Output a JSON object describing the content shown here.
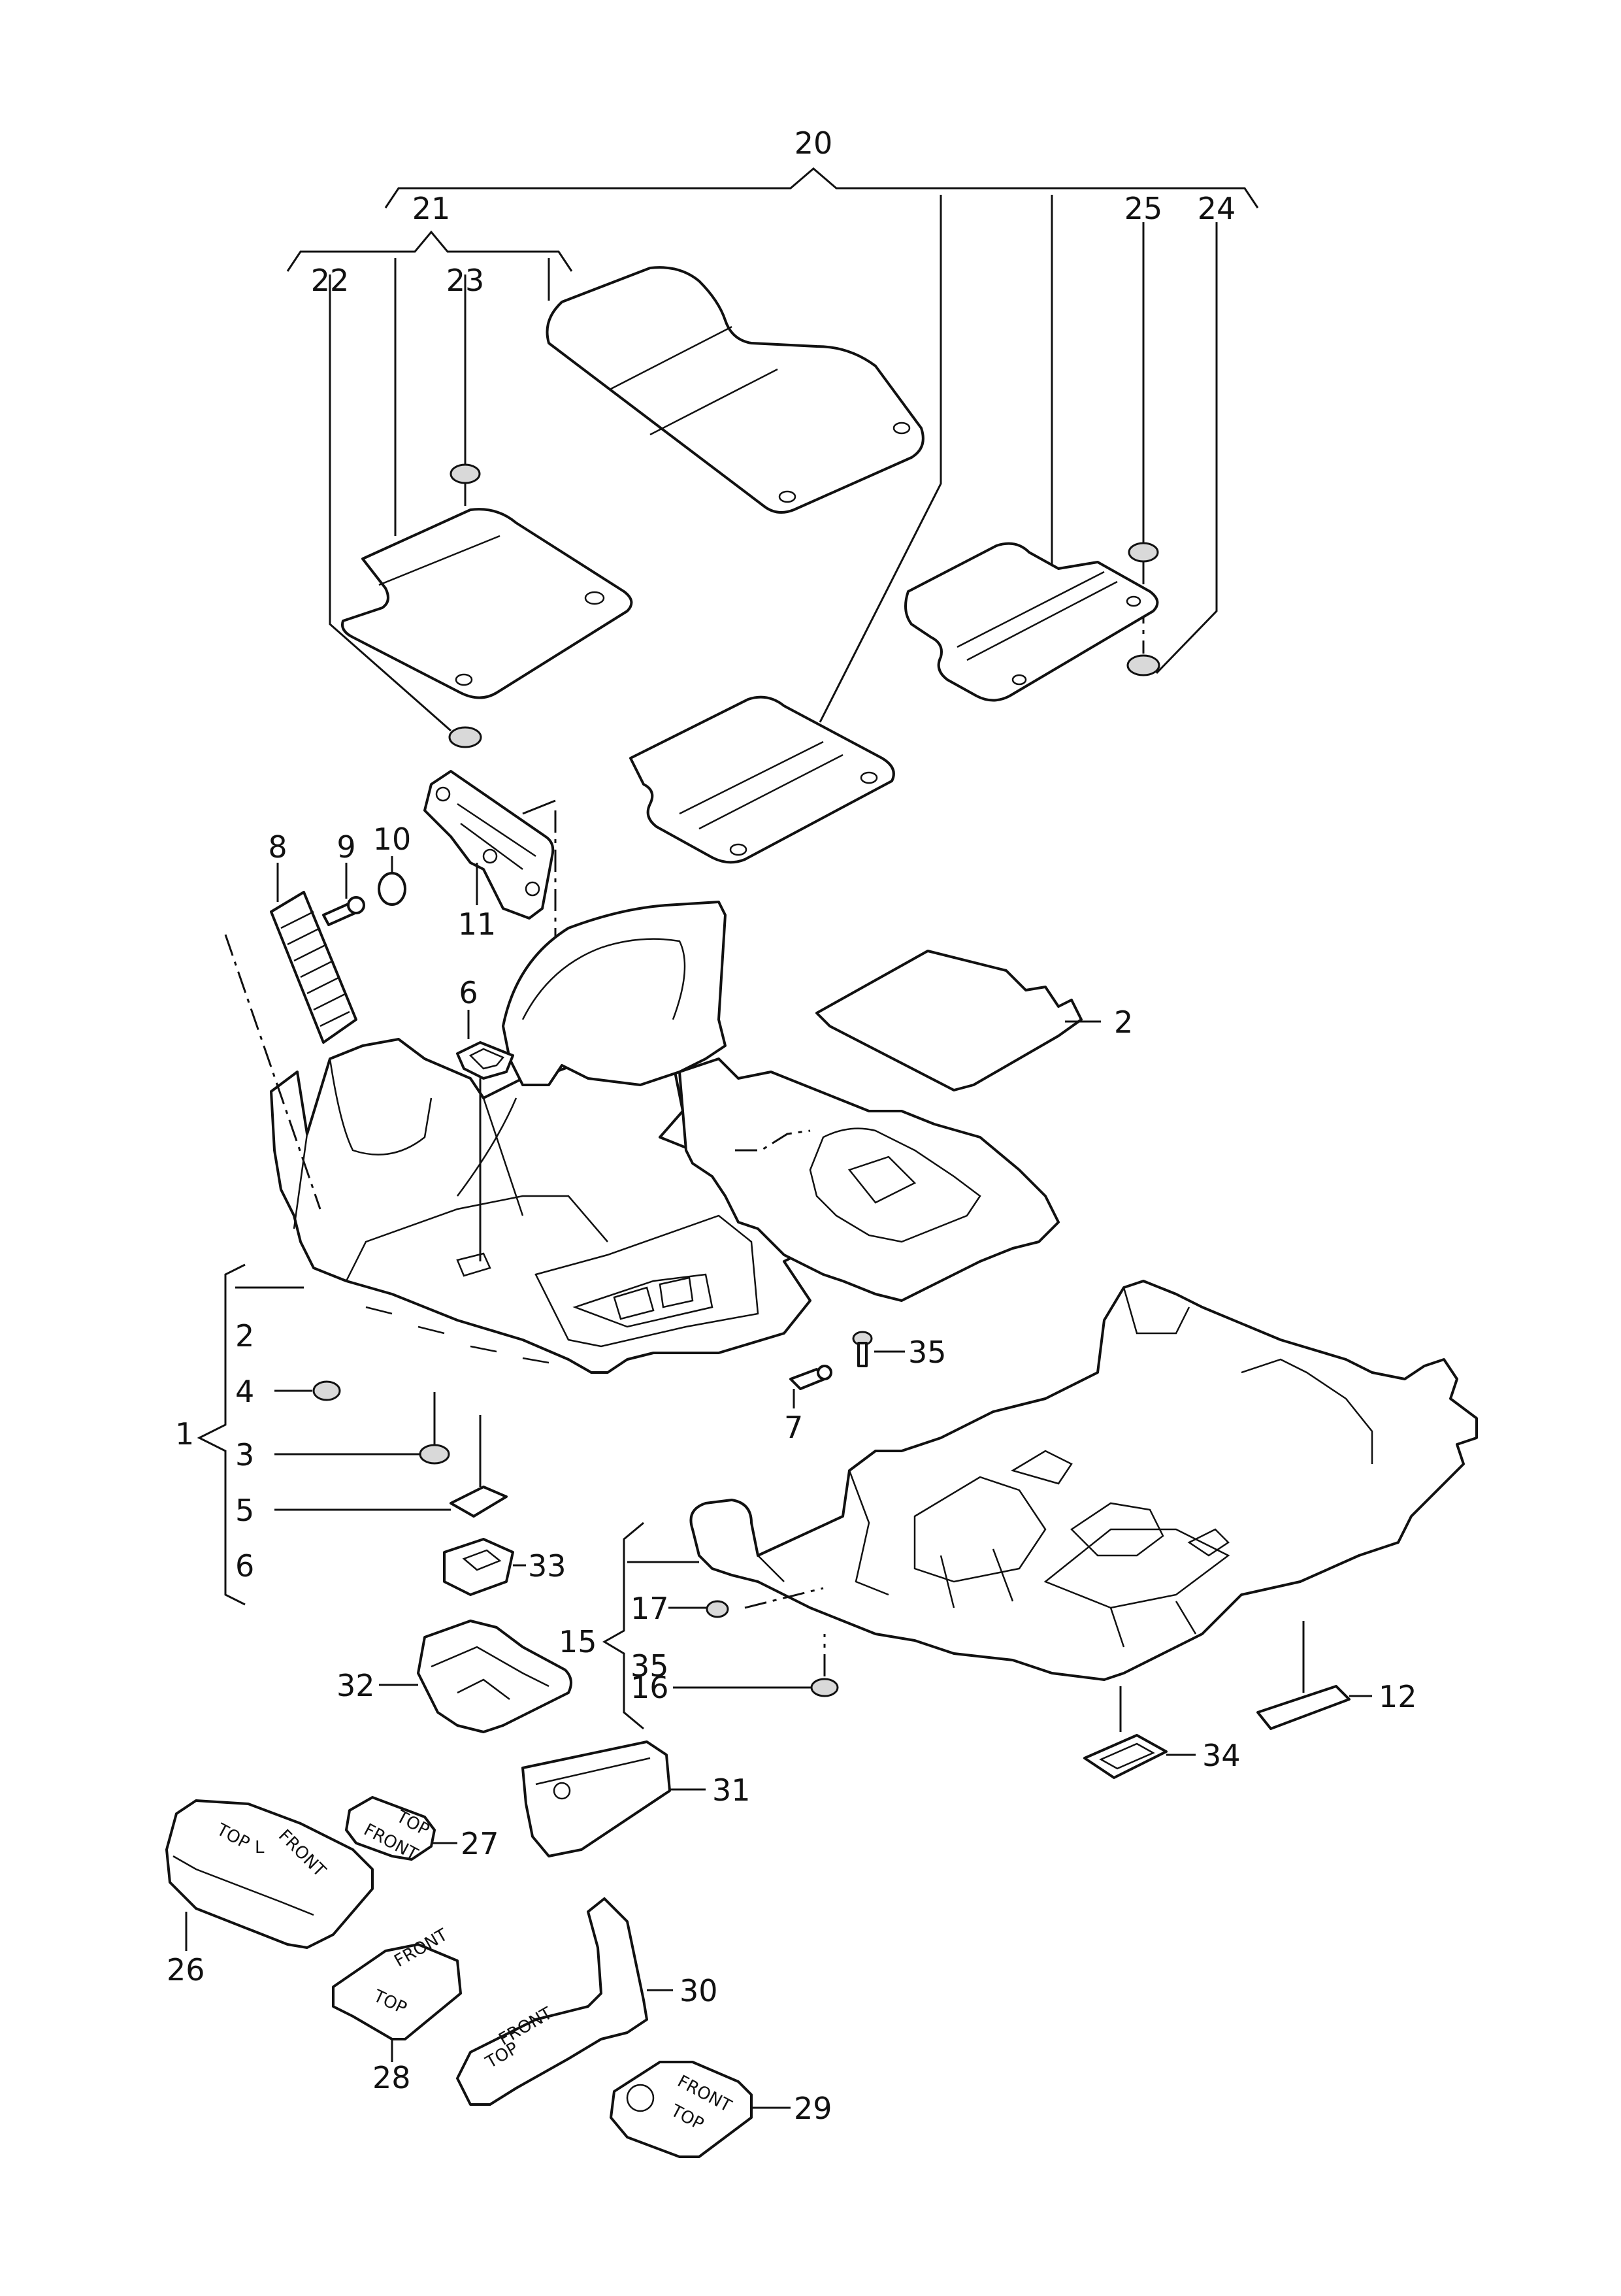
{
  "callouts": [
    {
      "id": "c20",
      "label": "20"
    },
    {
      "id": "c21",
      "label": "21"
    },
    {
      "id": "c22",
      "label": "22"
    },
    {
      "id": "c23",
      "label": "23"
    },
    {
      "id": "c25",
      "label": "25"
    },
    {
      "id": "c24",
      "label": "24"
    },
    {
      "id": "c8",
      "label": "8"
    },
    {
      "id": "c9",
      "label": "9"
    },
    {
      "id": "c10",
      "label": "10"
    },
    {
      "id": "c11",
      "label": "11"
    },
    {
      "id": "c6a",
      "label": "6"
    },
    {
      "id": "c2a",
      "label": "2"
    },
    {
      "id": "c1",
      "label": "1"
    },
    {
      "id": "c2b",
      "label": "2"
    },
    {
      "id": "c4",
      "label": "4"
    },
    {
      "id": "c3",
      "label": "3"
    },
    {
      "id": "c5",
      "label": "5"
    },
    {
      "id": "c6b",
      "label": "6"
    },
    {
      "id": "c33",
      "label": "33"
    },
    {
      "id": "c35a",
      "label": "35"
    },
    {
      "id": "c7",
      "label": "7"
    },
    {
      "id": "c15",
      "label": "15"
    },
    {
      "id": "c17",
      "label": "17"
    },
    {
      "id": "c35b",
      "label": "35"
    },
    {
      "id": "c16",
      "label": "16"
    },
    {
      "id": "c12",
      "label": "12"
    },
    {
      "id": "c34",
      "label": "34"
    },
    {
      "id": "c32",
      "label": "32"
    },
    {
      "id": "c31",
      "label": "31"
    },
    {
      "id": "c27",
      "label": "27"
    },
    {
      "id": "c26",
      "label": "26"
    },
    {
      "id": "c28",
      "label": "28"
    },
    {
      "id": "c30",
      "label": "30"
    },
    {
      "id": "c29",
      "label": "29"
    }
  ],
  "part_markings": {
    "front": "FRONT",
    "top": "TOP",
    "left": "L"
  }
}
